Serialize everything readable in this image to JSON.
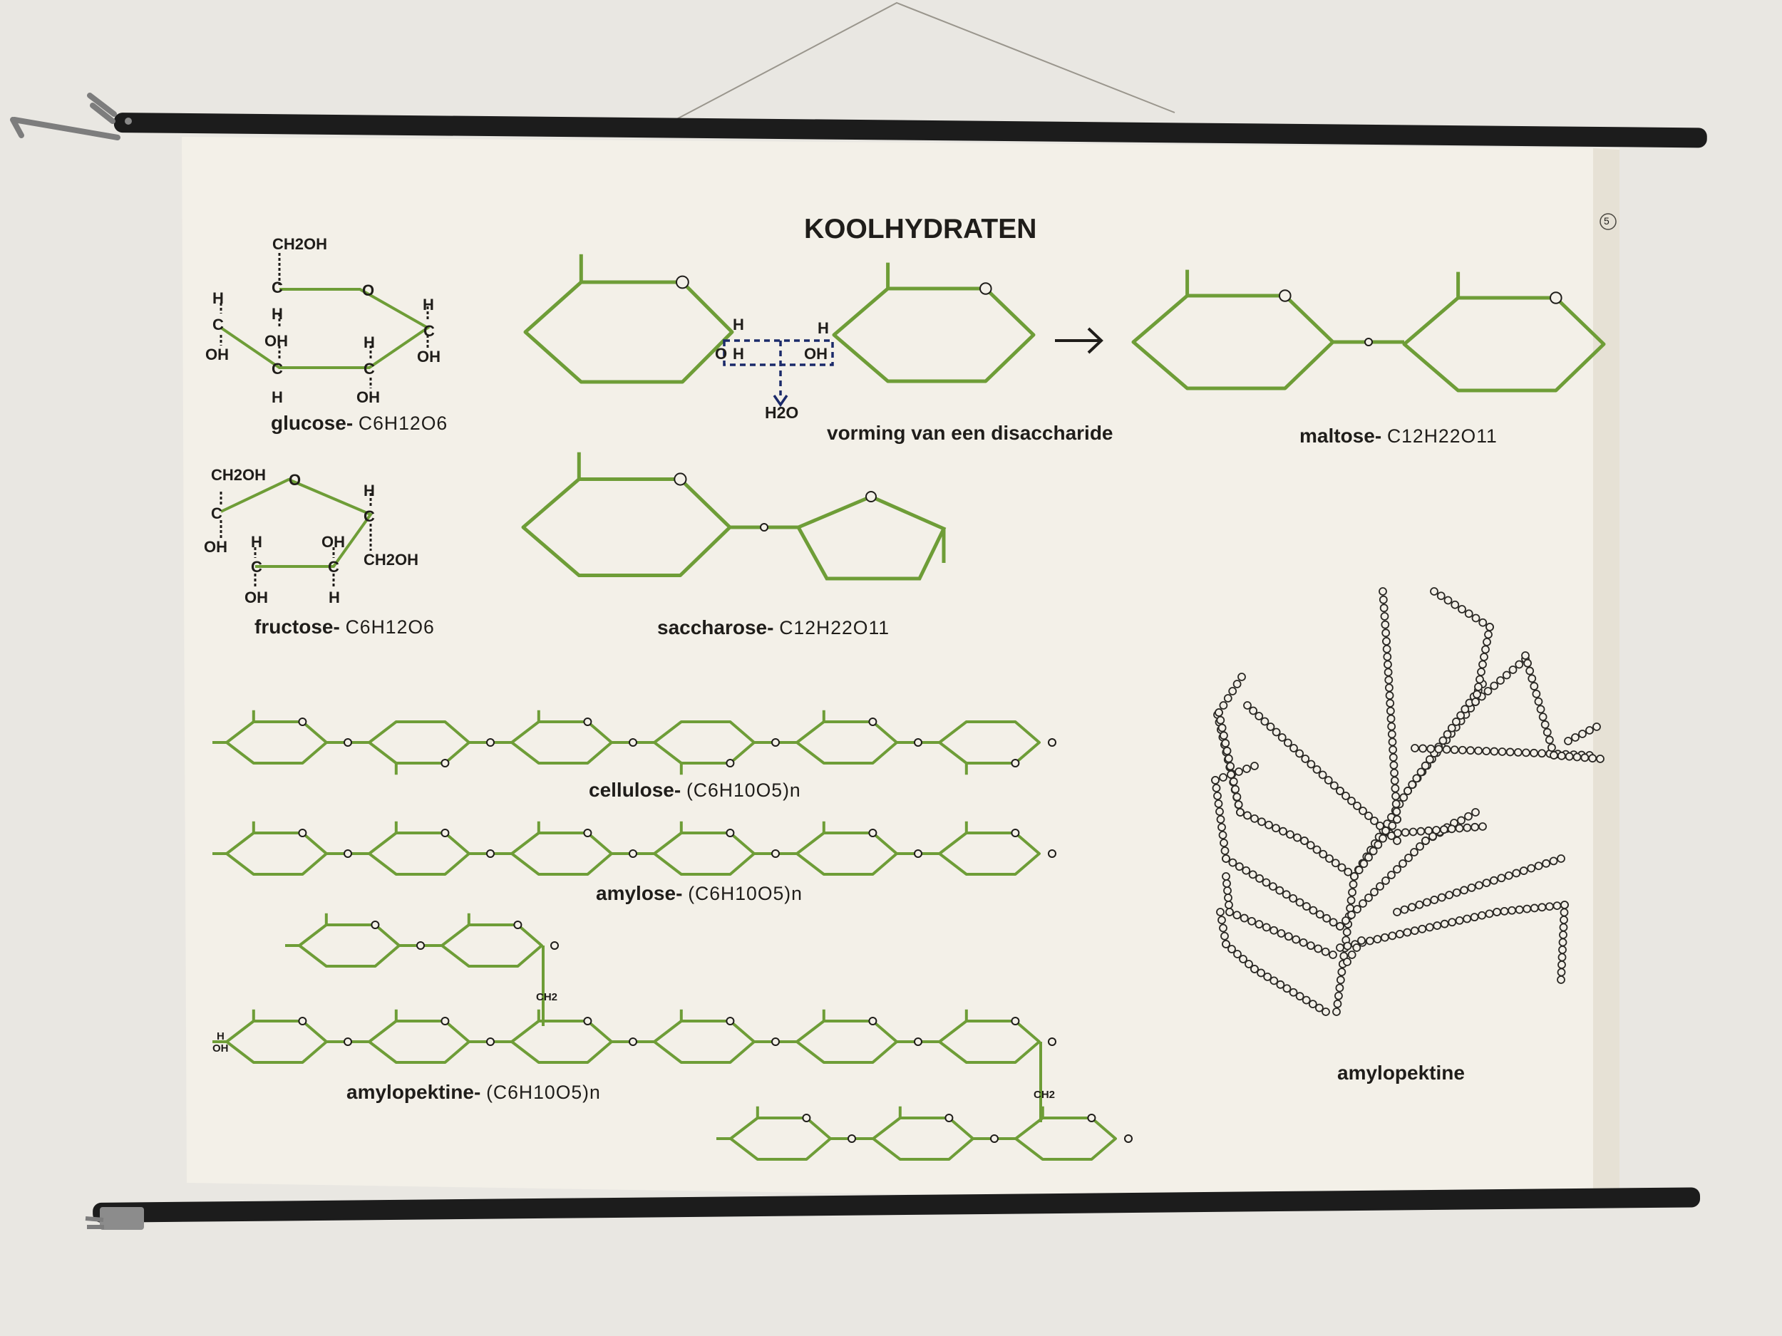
{
  "poster": {
    "title": "KOOLHYDRATEN",
    "plate_number": "5",
    "glucose": {
      "name": "glucose",
      "formula": "C6H12O6"
    },
    "fructose": {
      "name": "fructose",
      "formula": "C6H12O6"
    },
    "disaccharide_caption": "vorming van een disaccharide",
    "water": "H2O",
    "maltose": {
      "name": "maltose",
      "formula": "C12H22O11"
    },
    "saccharose": {
      "name": "saccharose",
      "formula": "C12H22O11"
    },
    "cellulose": {
      "name": "cellulose",
      "formula": "(C6H10O5)n"
    },
    "amylose": {
      "name": "amylose",
      "formula": "(C6H10O5)n"
    },
    "amylopektine": {
      "name": "amylopektine",
      "formula": "(C6H10O5)n"
    },
    "amylopektine_tree_label": "amylopektine",
    "atom_labels": {
      "o": "O",
      "h": "H",
      "c": "C",
      "oh": "OH",
      "ch2oh": "CH2OH",
      "ch2": "CH2"
    }
  },
  "colors": {
    "wall": "#e9e7e2",
    "paper": "#f3f0e8",
    "ring": "#6e9d37",
    "ink": "#1f1d1a",
    "dashed": "#1b2a6a",
    "rod": "#1c1c1c"
  }
}
